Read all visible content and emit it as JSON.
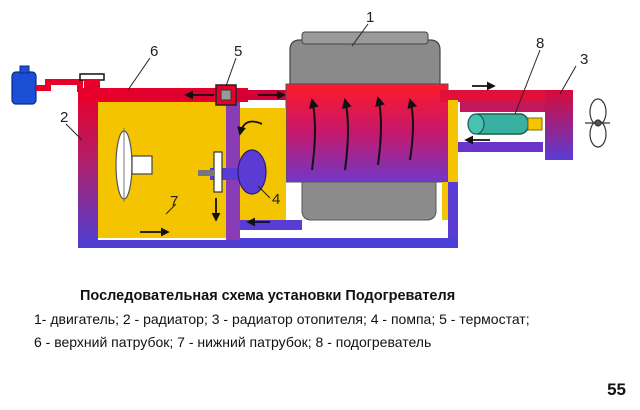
{
  "diagram": {
    "labels": [
      "1",
      "2",
      "3",
      "4",
      "5",
      "6",
      "7",
      "8"
    ]
  },
  "caption": {
    "title": "Последовательная схема установки Подогревателя",
    "line1": "1- двигатель; 2 - радиатор; 3 - радиатор отопителя; 4 - помпа; 5 - термостат;",
    "line2": "6 - верхний патрубок; 7 - нижний патрубок; 8 - подогреватель"
  },
  "page_number": "55",
  "colors": {
    "hot": "#e8002a",
    "cold": "#4b3fd6",
    "coolant": "#f5c400",
    "engine_top": "#8a8a8a",
    "tank": "#1a4fd6",
    "heater": "#3ab0a0"
  }
}
